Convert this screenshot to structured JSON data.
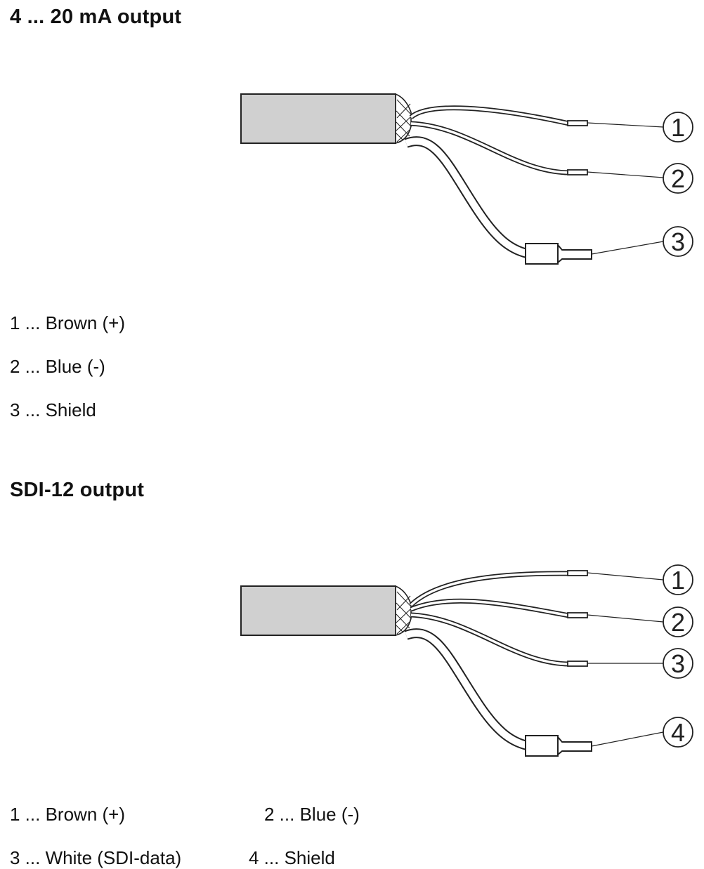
{
  "section_ma": {
    "title": "4 ... 20 mA output",
    "callouts": [
      "1",
      "2",
      "3"
    ],
    "legend": [
      "1 ... Brown (+)",
      "2 ... Blue (-)",
      "3 ... Shield"
    ]
  },
  "section_sdi": {
    "title": "SDI-12 output",
    "callouts": [
      "1",
      "2",
      "3",
      "4"
    ],
    "legend": {
      "row1_left": "1 ... Brown (+)",
      "row1_right": "2 ... Blue (-)",
      "row2_left": "3 ... White (SDI-data)",
      "row2_right": "4 ... Shield"
    }
  }
}
